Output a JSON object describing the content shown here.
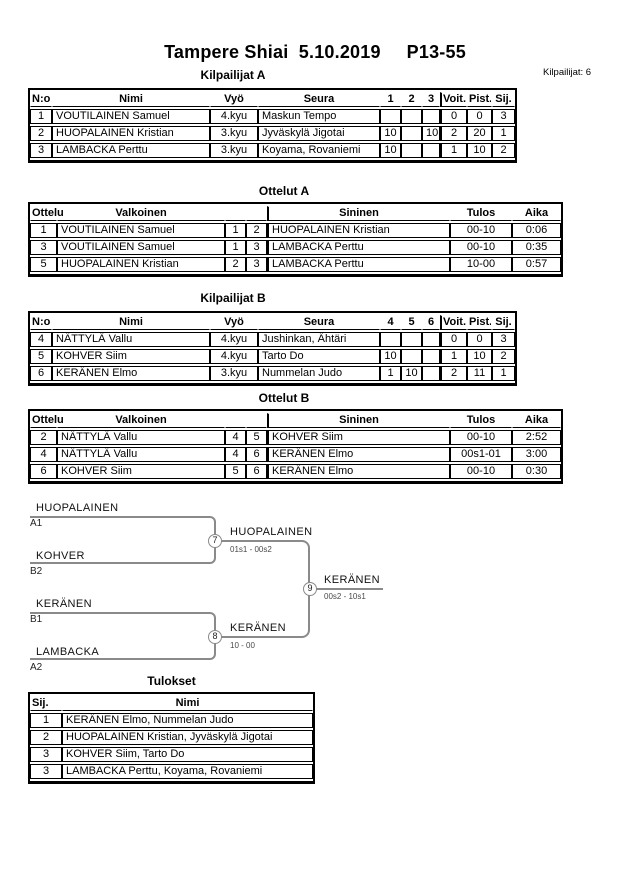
{
  "page": {
    "title": "Tampere Shiai  5.10.2019     P13-55",
    "competitors_count": "Kilpailijat: 6"
  },
  "pool_a": {
    "title": "Kilpailijat A",
    "headers": {
      "no": "N:o",
      "name": "Nimi",
      "belt": "Vyö",
      "club": "Seura",
      "r1": "1",
      "r2": "2",
      "r3": "3",
      "wins": "Voit.",
      "points": "Pist.",
      "place": "Sij."
    },
    "rows": [
      {
        "no": "1",
        "name": "VOUTILAINEN Samuel",
        "belt": "4.kyu",
        "club": "Maskun Tempo",
        "r1": "",
        "r2": "",
        "r3": "",
        "wins": "0",
        "points": "0",
        "place": "3"
      },
      {
        "no": "2",
        "name": "HUOPALAINEN Kristian",
        "belt": "3.kyu",
        "club": "Jyväskylä Jigotai",
        "r1": "10",
        "r2": "",
        "r3": "10",
        "wins": "2",
        "points": "20",
        "place": "1"
      },
      {
        "no": "3",
        "name": "LAMBACKA Perttu",
        "belt": "3.kyu",
        "club": "Koyama, Rovaniemi",
        "r1": "10",
        "r2": "",
        "r3": "",
        "wins": "1",
        "points": "10",
        "place": "2"
      }
    ]
  },
  "matches_a": {
    "title": "Ottelut A",
    "headers": {
      "match": "Ottelu",
      "white": "Valkoinen",
      "blue": "Sininen",
      "result": "Tulos",
      "time": "Aika"
    },
    "rows": [
      {
        "match": "1",
        "white": "VOUTILAINEN Samuel",
        "wno": "1",
        "bno": "2",
        "blue": "HUOPALAINEN Kristian",
        "result": "00-10",
        "time": "0:06"
      },
      {
        "match": "3",
        "white": "VOUTILAINEN Samuel",
        "wno": "1",
        "bno": "3",
        "blue": "LAMBACKA Perttu",
        "result": "00-10",
        "time": "0:35"
      },
      {
        "match": "5",
        "white": "HUOPALAINEN Kristian",
        "wno": "2",
        "bno": "3",
        "blue": "LAMBACKA Perttu",
        "result": "10-00",
        "time": "0:57"
      }
    ]
  },
  "pool_b": {
    "title": "Kilpailijat B",
    "headers": {
      "no": "N:o",
      "name": "Nimi",
      "belt": "Vyö",
      "club": "Seura",
      "r1": "4",
      "r2": "5",
      "r3": "6",
      "wins": "Voit.",
      "points": "Pist.",
      "place": "Sij."
    },
    "rows": [
      {
        "no": "4",
        "name": "NÄTTYLÄ Vallu",
        "belt": "4.kyu",
        "club": "Jushinkan, Ähtäri",
        "r1": "",
        "r2": "",
        "r3": "",
        "wins": "0",
        "points": "0",
        "place": "3"
      },
      {
        "no": "5",
        "name": "KOHVER Siim",
        "belt": "4.kyu",
        "club": "Tarto Do",
        "r1": "10",
        "r2": "",
        "r3": "",
        "wins": "1",
        "points": "10",
        "place": "2"
      },
      {
        "no": "6",
        "name": "KERÄNEN Elmo",
        "belt": "3.kyu",
        "club": "Nummelan Judo",
        "r1": "1",
        "r2": "10",
        "r3": "",
        "wins": "2",
        "points": "11",
        "place": "1"
      }
    ]
  },
  "matches_b": {
    "title": "Ottelut B",
    "headers": {
      "match": "Ottelu",
      "white": "Valkoinen",
      "blue": "Sininen",
      "result": "Tulos",
      "time": "Aika"
    },
    "rows": [
      {
        "match": "2",
        "white": "NÄTTYLÄ Vallu",
        "wno": "4",
        "bno": "5",
        "blue": "KOHVER Siim",
        "result": "00-10",
        "time": "2:52"
      },
      {
        "match": "4",
        "white": "NÄTTYLÄ Vallu",
        "wno": "4",
        "bno": "6",
        "blue": "KERÄNEN Elmo",
        "result": "00s1-01",
        "time": "3:00"
      },
      {
        "match": "6",
        "white": "KOHVER Siim",
        "wno": "5",
        "bno": "6",
        "blue": "KERÄNEN Elmo",
        "result": "00-10",
        "time": "0:30"
      }
    ]
  },
  "bracket": {
    "semi1": {
      "top_name": "HUOPALAINEN",
      "top_seed": "A1",
      "bottom_name": "KOHVER",
      "bottom_seed": "B2",
      "match_no": "7",
      "winner": "HUOPALAINEN",
      "score": "01s1 - 00s2"
    },
    "semi2": {
      "top_name": "KERÄNEN",
      "top_seed": "B1",
      "bottom_name": "LAMBACKA",
      "bottom_seed": "A2",
      "match_no": "8",
      "winner": "KERÄNEN",
      "score": "10 - 00"
    },
    "final": {
      "match_no": "9",
      "winner": "KERÄNEN",
      "score": "00s2 - 10s1"
    }
  },
  "results": {
    "title": "Tulokset",
    "headers": {
      "place": "Sij.",
      "name": "Nimi"
    },
    "rows": [
      {
        "place": "1",
        "name": "KERÄNEN Elmo, Nummelan Judo"
      },
      {
        "place": "2",
        "name": "HUOPALAINEN Kristian, Jyväskylä Jigotai"
      },
      {
        "place": "3",
        "name": "KOHVER Siim, Tarto Do"
      },
      {
        "place": "3",
        "name": "LAMBACKA Perttu, Koyama, Rovaniemi"
      }
    ]
  }
}
